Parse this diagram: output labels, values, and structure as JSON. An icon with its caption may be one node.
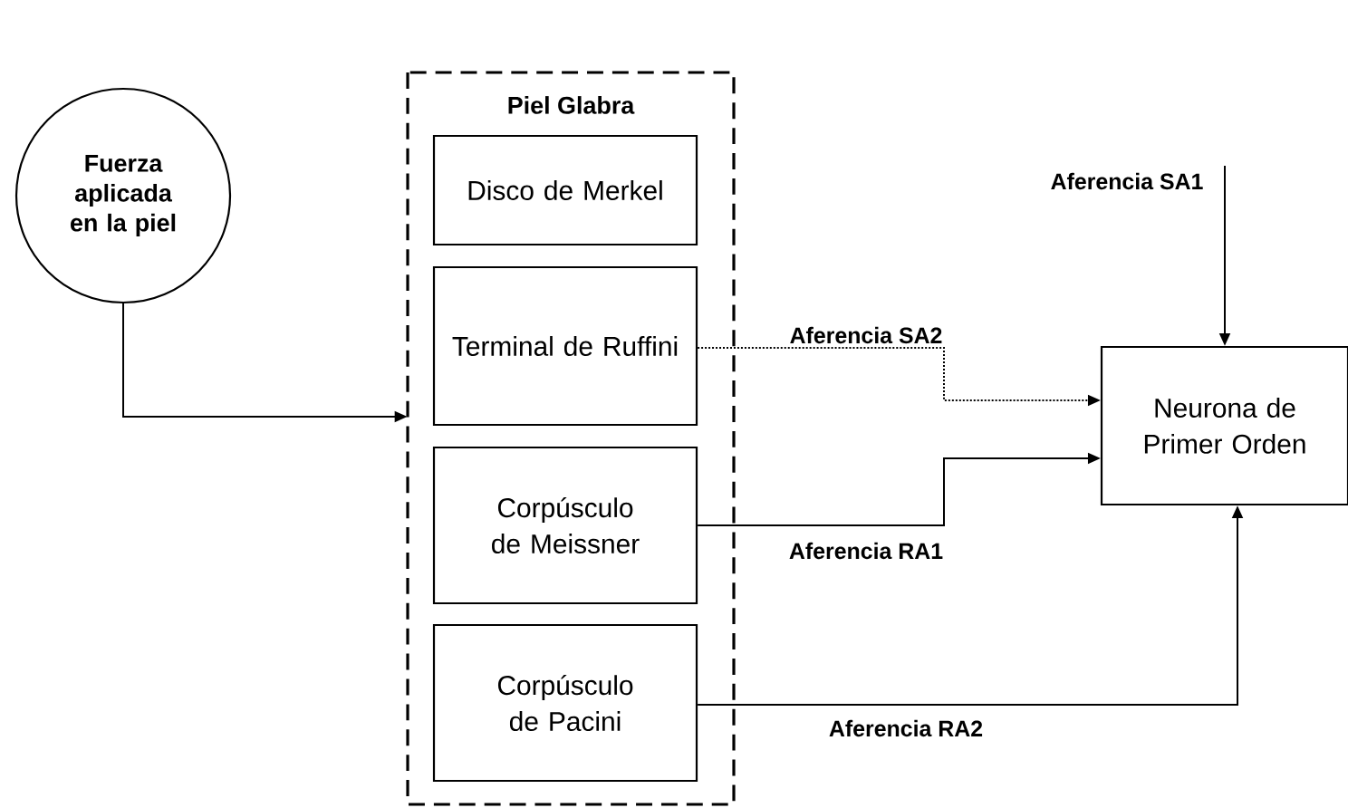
{
  "diagram": {
    "nodes": [
      {
        "text": [
          "Fuerza aplicada en la piel"
        ]
      },
      {
        "text": [
          "Piel Glabra"
        ]
      },
      {
        "text": [
          "Disco de Merkel"
        ],
        "in": 1
      },
      {
        "text": [
          "Terminal de Ruffini"
        ],
        "in": 1
      },
      {
        "text": [
          "Corpúsculo de Meissner"
        ],
        "in": 1
      },
      {
        "text": [
          "Corpúsculo de Pacini"
        ],
        "in": 1
      },
      {
        "text": [
          "Neurona de Primer Orden"
        ]
      }
    ],
    "edges": [
      {
        "from": 0,
        "to": 1,
        "arrow": "to"
      },
      {
        "from": null,
        "to": 6,
        "arrow": "to",
        "label": "Aferencia SA1"
      },
      {
        "from": 3,
        "to": 6,
        "arrow": "to",
        "label": "Aferencia SA2",
        "style": "dashed"
      },
      {
        "from": 4,
        "to": 6,
        "arrow": "to",
        "label": "Aferencia RA1"
      },
      {
        "from": 5,
        "to": 6,
        "arrow": "to",
        "label": "Aferencia RA2"
      }
    ]
  }
}
